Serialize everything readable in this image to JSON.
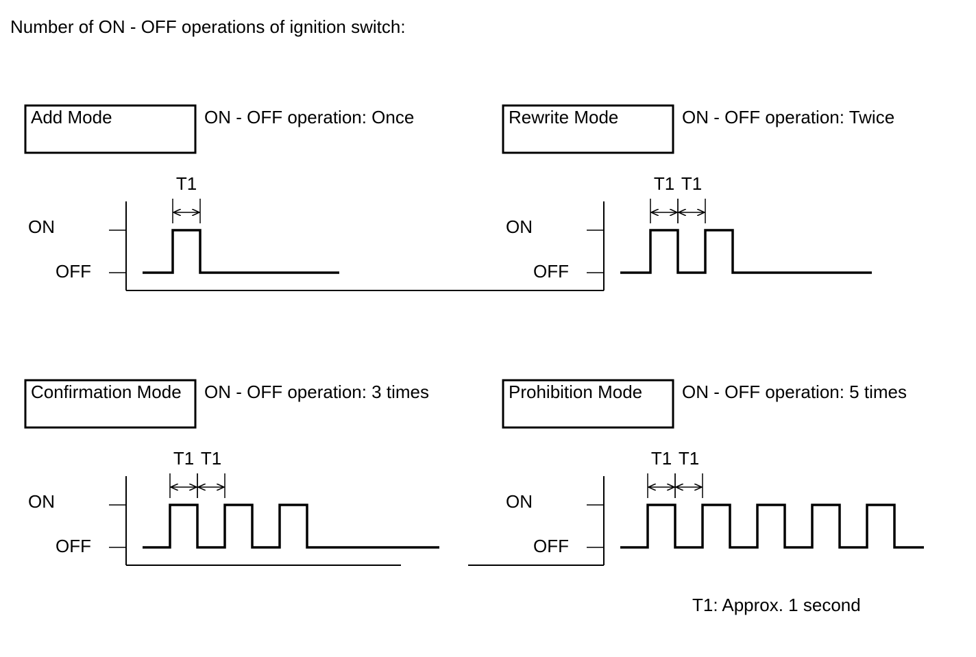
{
  "title": "Number of ON - OFF operations of ignition switch:",
  "modes": [
    {
      "name": "Add Mode",
      "operation": "ON - OFF operation: Once",
      "pulses": 1,
      "t1_markers": 1
    },
    {
      "name": "Rewrite Mode",
      "operation": "ON - OFF operation: Twice",
      "pulses": 2,
      "t1_markers": 2
    },
    {
      "name": "Confirmation Mode",
      "operation": "ON - OFF operation: 3 times",
      "pulses": 3,
      "t1_markers": 2
    },
    {
      "name": "Prohibition Mode",
      "operation": "ON - OFF operation: 5 times",
      "pulses": 5,
      "t1_markers": 2
    }
  ],
  "axis": {
    "on": "ON",
    "off": "OFF"
  },
  "t1_label": "T1",
  "note": "T1: Approx. 1 second"
}
